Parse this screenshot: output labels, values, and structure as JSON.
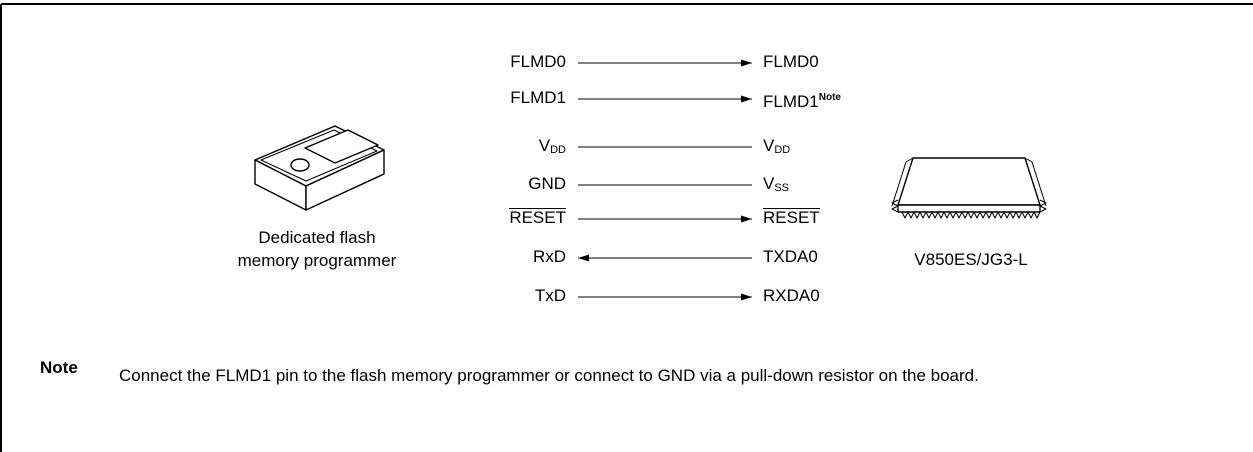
{
  "left_pins": [
    {
      "main": "FLMD0",
      "sub": "",
      "overline": false
    },
    {
      "main": "FLMD1",
      "sub": "",
      "overline": false
    },
    {
      "main": "V",
      "sub": "DD",
      "overline": false
    },
    {
      "main": "GND",
      "sub": "",
      "overline": false
    },
    {
      "main": "RESET",
      "sub": "",
      "overline": true
    },
    {
      "main": "RxD",
      "sub": "",
      "overline": false
    },
    {
      "main": "TxD",
      "sub": "",
      "overline": false
    }
  ],
  "right_pins": [
    {
      "main": "FLMD0",
      "sub": "",
      "sup": "",
      "overline": false
    },
    {
      "main": "FLMD1",
      "sub": "",
      "sup": "Note",
      "overline": false
    },
    {
      "main": "V",
      "sub": "DD",
      "sup": "",
      "overline": false
    },
    {
      "main": "V",
      "sub": "SS",
      "sup": "",
      "overline": false
    },
    {
      "main": "RESET",
      "sub": "",
      "sup": "",
      "overline": true
    },
    {
      "main": "TXDA0",
      "sub": "",
      "sup": "",
      "overline": false
    },
    {
      "main": "RXDA0",
      "sub": "",
      "sup": "",
      "overline": false
    }
  ],
  "connections": [
    "right",
    "right",
    "none",
    "none",
    "right",
    "left",
    "right"
  ],
  "programmer_caption_line1": "Dedicated flash",
  "programmer_caption_line2": "memory programmer",
  "device_caption": "V850ES/JG3-L",
  "note_label": "Note",
  "note_text": "Connect the FLMD1 pin to the flash memory programmer or connect to GND via a pull-down resistor on the board."
}
